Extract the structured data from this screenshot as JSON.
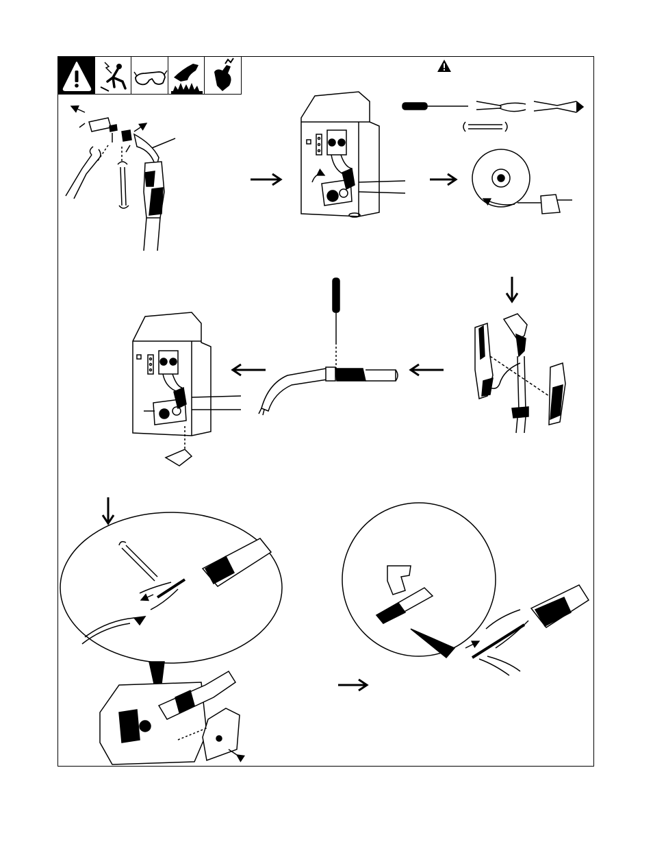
{
  "page": {
    "safety_symbols": [
      "warning-triangle-icon",
      "electric-shock-icon",
      "safety-glasses-icon",
      "hot-surface-icon",
      "pinch-hazard-icon"
    ],
    "colors": {
      "line": "#000000",
      "background": "#ffffff"
    }
  },
  "steps": [
    {
      "name": "remove-gun-parts",
      "direction": "right"
    },
    {
      "name": "open-drive-assembly",
      "direction": "right"
    },
    {
      "name": "cut-and-hold-wire",
      "direction": "down"
    },
    {
      "name": "open-handle",
      "direction": "left"
    },
    {
      "name": "loosen-liner-screw",
      "direction": "left"
    },
    {
      "name": "remove-gun-from-unit",
      "direction": "down"
    },
    {
      "name": "remove-liner",
      "direction": "right"
    },
    {
      "name": "install-new-liner",
      "direction": "none"
    }
  ]
}
